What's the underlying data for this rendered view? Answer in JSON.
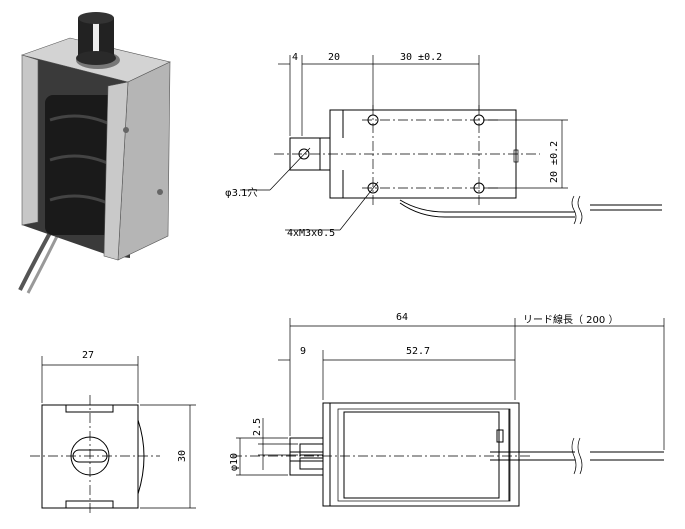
{
  "top_view": {
    "dims": {
      "d_4": "4",
      "d_20": "20",
      "d_30": "30 ±0.2",
      "d_20v": "20 ±0.2"
    },
    "notes": {
      "hole": "φ3.1穴",
      "screw": "4xM3x0.5"
    }
  },
  "front_view": {
    "dims": {
      "width": "27",
      "height": "30"
    }
  },
  "side_view": {
    "dims": {
      "total": "64",
      "lead": "リード線長（ 200 ）",
      "d_9": "9",
      "d_527": "52.7",
      "d_25": "2.5",
      "d_10": "φ10"
    }
  },
  "colors": {
    "line": "#000000",
    "background": "#ffffff",
    "metal": "#b8b8b8",
    "coil": "#1a1a1a"
  }
}
